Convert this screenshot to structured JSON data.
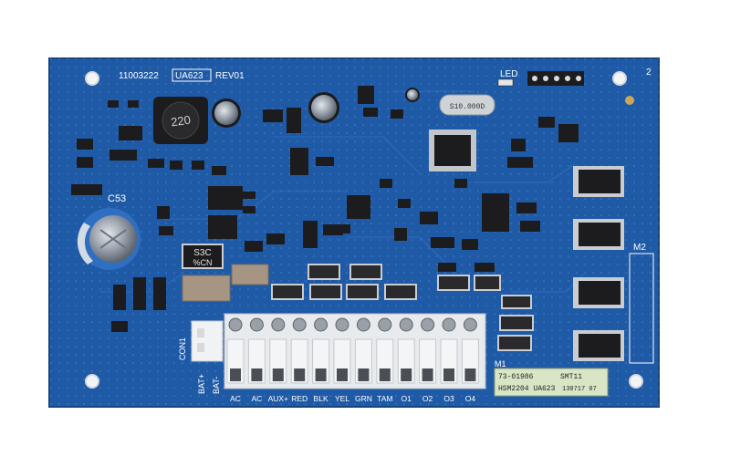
{
  "board": {
    "colors": {
      "substrate": "#1f5aa6",
      "substrate_dark": "#184b8e",
      "silkscreen": "#ffffff",
      "component_black": "#1c1c1e",
      "terminal_block": "#e8ebee",
      "capacitor_blue": "#2f6fc1",
      "pad_silver": "#c9ccd1"
    },
    "part_number": "11003222",
    "model_box": "UA623",
    "revision": "REV01",
    "led_label": "LED",
    "corner_label": "2",
    "inductor_marking": "220",
    "cap_c53_label": "C53",
    "chip_s3c_marking_1": "S3C",
    "chip_s3c_marking_2": "%CN",
    "crystal_marking": "S10.000D",
    "con1_label": "CON1",
    "bat_plus": "BAT+",
    "bat_minus": "BAT-",
    "m1_label": "M1",
    "m2_label": "M2",
    "terminals": [
      "AC",
      "AC",
      "AUX+",
      "RED",
      "BLK",
      "YEL",
      "GRN",
      "TAM",
      "O1",
      "O2",
      "O3",
      "O4"
    ],
    "sticker": {
      "line1_left": "73-01986",
      "line1_right": "SMT11",
      "line2_left": "HSM2204 UA623",
      "line2_right": "130717 07"
    }
  }
}
